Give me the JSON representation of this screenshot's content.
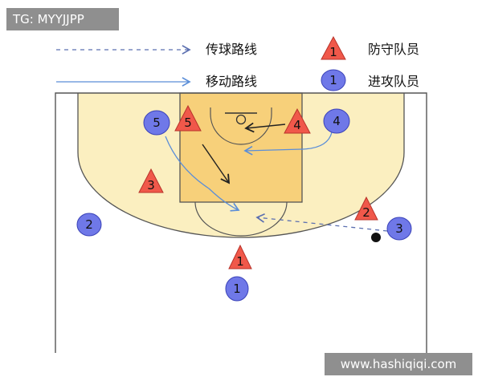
{
  "tag": "TG: MYYJJPP",
  "watermark": "www.hashiqiqi.com",
  "legend": {
    "pass_line": "传球路线",
    "move_line": "移动路线",
    "defender": "防守队员",
    "attacker": "进攻队员",
    "defender_icon_number": "1",
    "attacker_icon_number": "1"
  },
  "defenders": [
    "1",
    "2",
    "3",
    "4",
    "5"
  ],
  "attackers": [
    "1",
    "2",
    "3",
    "4",
    "5"
  ],
  "colors": {
    "court_fill": "#fbefc0",
    "paint_fill": "#f7d07a",
    "court_line": "#555555",
    "defender_fill": "#f0584a",
    "defender_stroke": "#b8332a",
    "attacker_fill": "#6f78e8",
    "attacker_stroke": "#3a42b8",
    "pass_line": "#5b6fb0",
    "move_line": "#5b8ed8",
    "arrow_dark": "#222222"
  }
}
